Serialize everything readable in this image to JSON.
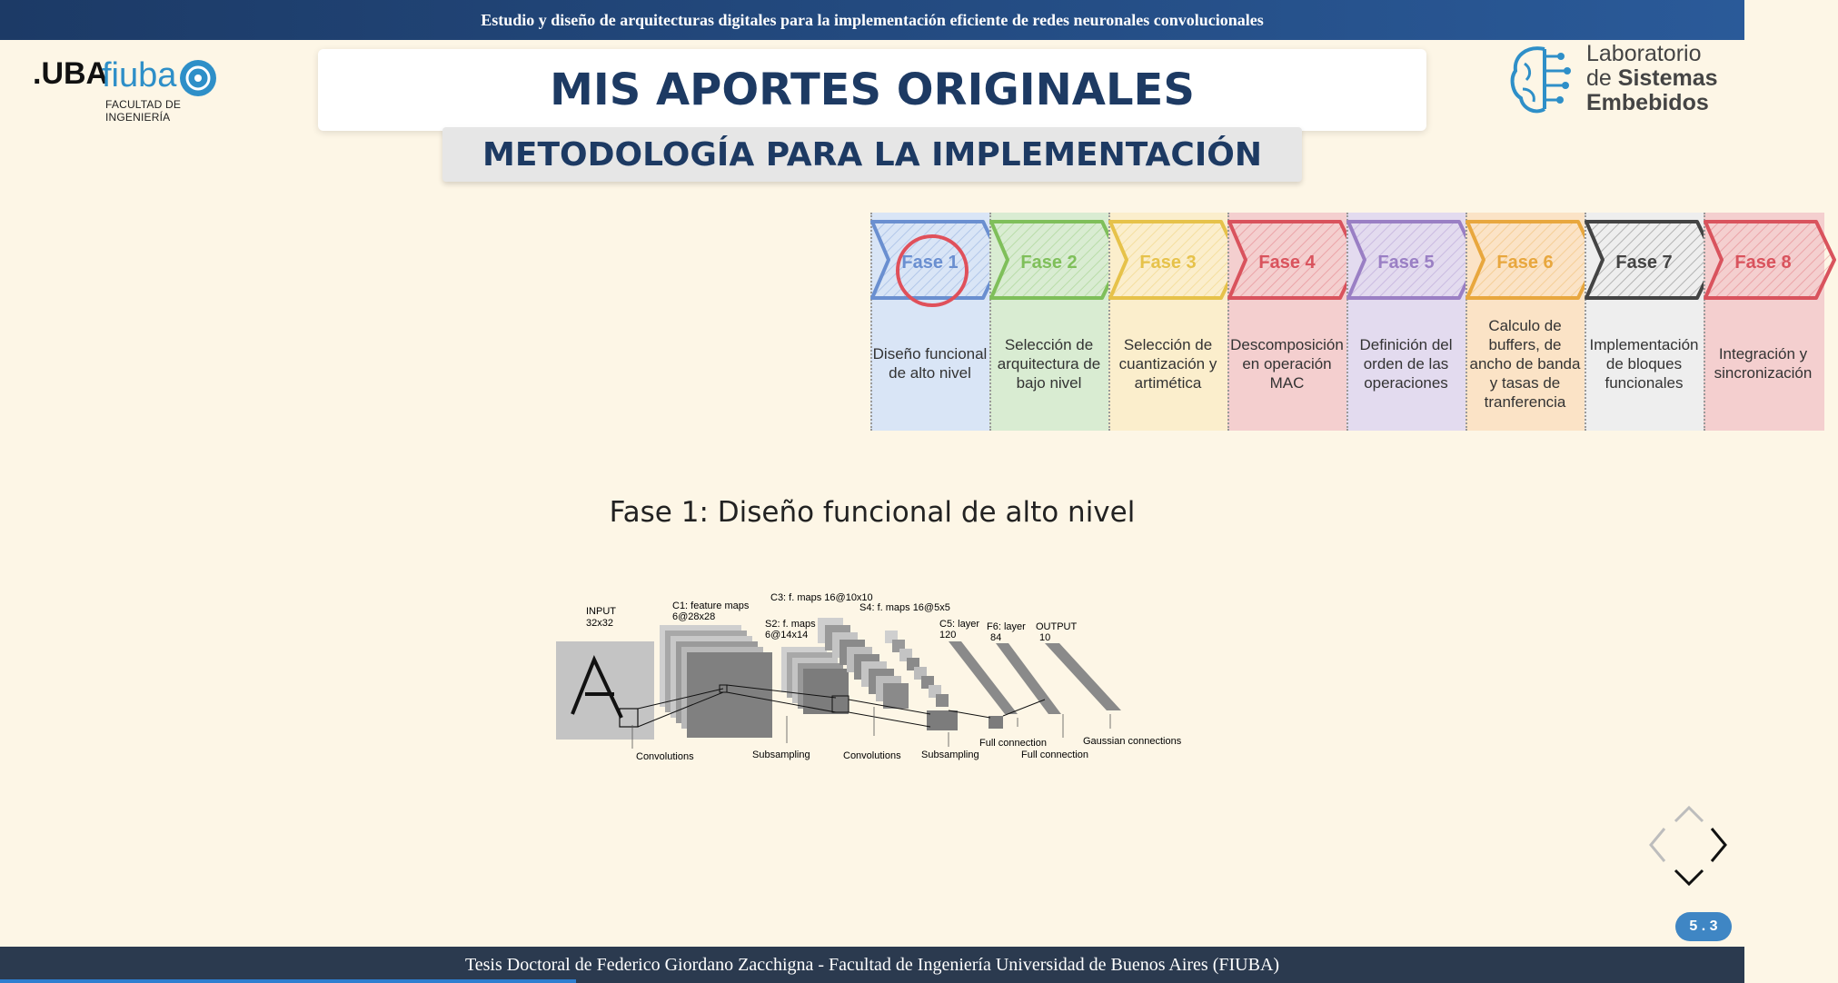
{
  "header": {
    "title": "Estudio y diseño de arquitecturas digitales para la implementación eficiente de redes neuronales convolucionales"
  },
  "logos": {
    "uba": ".UBA",
    "fiuba": "fiuba",
    "fiuba_sub": "FACULTAD DE INGENIERÍA",
    "lab_line1": "Laboratorio",
    "lab_line2_prefix": "de ",
    "lab_line2_bold": "Sistemas",
    "lab_line3": "Embebidos"
  },
  "slide": {
    "title": "MIS APORTES ORIGINALES",
    "subtitle": "METODOLOGÍA PARA LA IMPLEMENTACIÓN",
    "caption": "Fase 1: Diseño funcional de alto nivel"
  },
  "phases": [
    {
      "label": "Fase 1",
      "desc": "Diseño funcional de alto nivel",
      "color": "#6a8fd0",
      "bg": "#d9e5f6"
    },
    {
      "label": "Fase 2",
      "desc": "Selección de arquitectura de bajo nivel",
      "color": "#7fbf5a",
      "bg": "#d9ecd2"
    },
    {
      "label": "Fase 3",
      "desc": "Selección de cuantización y artimética",
      "color": "#e6c24a",
      "bg": "#fbeecc"
    },
    {
      "label": "Fase 4",
      "desc": "Descomposición en operación MAC",
      "color": "#d9535d",
      "bg": "#f4cfcf"
    },
    {
      "label": "Fase 5",
      "desc": "Definición del orden de las operaciones",
      "color": "#9a7fc4",
      "bg": "#e3dbef"
    },
    {
      "label": "Fase 6",
      "desc": "Calculo de buffers, de ancho de banda y tasas de tranferencia",
      "color": "#e8a73e",
      "bg": "#fbe3c6"
    },
    {
      "label": "Fase 7",
      "desc": "Implementación de bloques funcionales",
      "color": "#444444",
      "bg": "#eeeeee"
    },
    {
      "label": "Fase 8",
      "desc": "Integración y sincronización",
      "color": "#d9535d",
      "bg": "#f4cfcf"
    }
  ],
  "lenet": {
    "input": "INPUT",
    "input_size": "32x32",
    "c1": "C1: feature maps",
    "c1_size": "6@28x28",
    "s2": "S2: f. maps",
    "s2_size": "6@14x14",
    "c3": "C3: f. maps 16@10x10",
    "s4": "S4: f. maps 16@5x5",
    "c5": "C5: layer",
    "c5_size": "120",
    "f6": "F6: layer",
    "f6_size": "84",
    "output": "OUTPUT",
    "output_size": "10",
    "conv1": "Convolutions",
    "sub1": "Subsampling",
    "conv2": "Convolutions",
    "sub2": "Subsampling",
    "full1": "Full connection",
    "full2": "Full connection",
    "gauss": "Gaussian connections"
  },
  "navigation": {
    "slide_number": "5 . 3",
    "progress": 0.33
  },
  "footer": {
    "text": "Tesis Doctoral de Federico Giordano Zacchigna - Facultad de Ingeniería Universidad de Buenos Aires (FIUBA)"
  }
}
